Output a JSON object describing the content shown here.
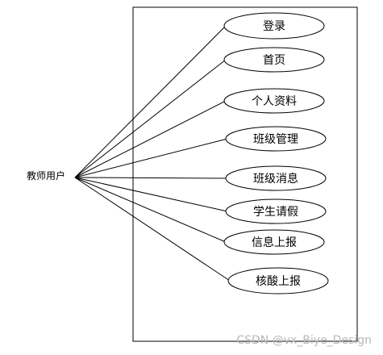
{
  "actor": {
    "label": "教师用户"
  },
  "use_cases": [
    {
      "label": "登录"
    },
    {
      "label": "首页"
    },
    {
      "label": "个人资料"
    },
    {
      "label": "班级管理"
    },
    {
      "label": "班级消息"
    },
    {
      "label": "学生请假"
    },
    {
      "label": "信息上报"
    },
    {
      "label": "核酸上报"
    }
  ],
  "watermark": "CSDN @vx_Biye_Design"
}
